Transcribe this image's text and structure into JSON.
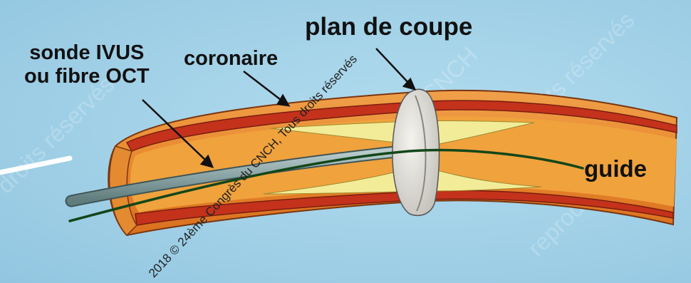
{
  "labels": {
    "probe": "sonde IVUS\nou fibre OCT",
    "coronary": "coronaire",
    "plane": "plan de coupe",
    "guide": "guide"
  },
  "copyright": "2018 © 24ème Congrès du CNCH, Tous droits réservés",
  "watermark": [
    "droits réservés",
    "Congrès du CNCH",
    "droits réservés",
    "reproduction"
  ],
  "colors": {
    "background": "#9fd0e6",
    "vessel_outer": "#e8892e",
    "vessel_wall": "#c9361f",
    "lumen": "#f2a640",
    "plaque": "#f2ec98",
    "probe": "#8fa7a8",
    "guide": "#13461a",
    "plane": "#e6e4dc"
  }
}
